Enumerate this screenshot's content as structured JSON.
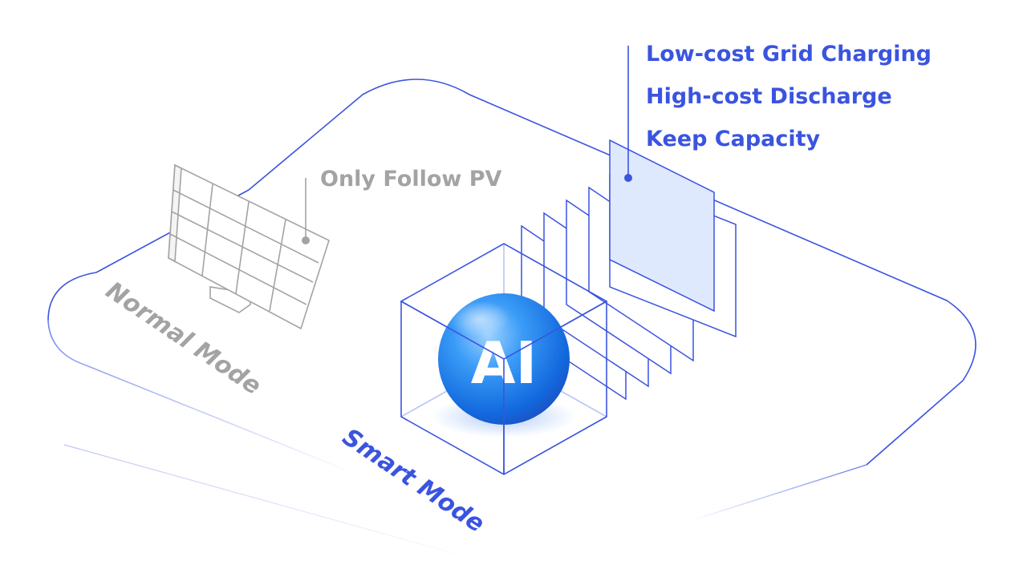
{
  "colors": {
    "accent": "#3a54e0",
    "muted": "#a3a3a3",
    "sphere": "#1f86f0",
    "panel_fill": "#dfe9fd"
  },
  "labels": {
    "features": [
      "Low-cost Grid Charging",
      "High-cost Discharge",
      "Keep Capacity"
    ],
    "pv": "Only Follow PV",
    "normal_mode": "Normal Mode",
    "smart_mode": "Smart Mode",
    "ai": "AI"
  },
  "icons": {
    "solar": "solar-panel-icon",
    "ai": "ai-sphere-icon"
  }
}
